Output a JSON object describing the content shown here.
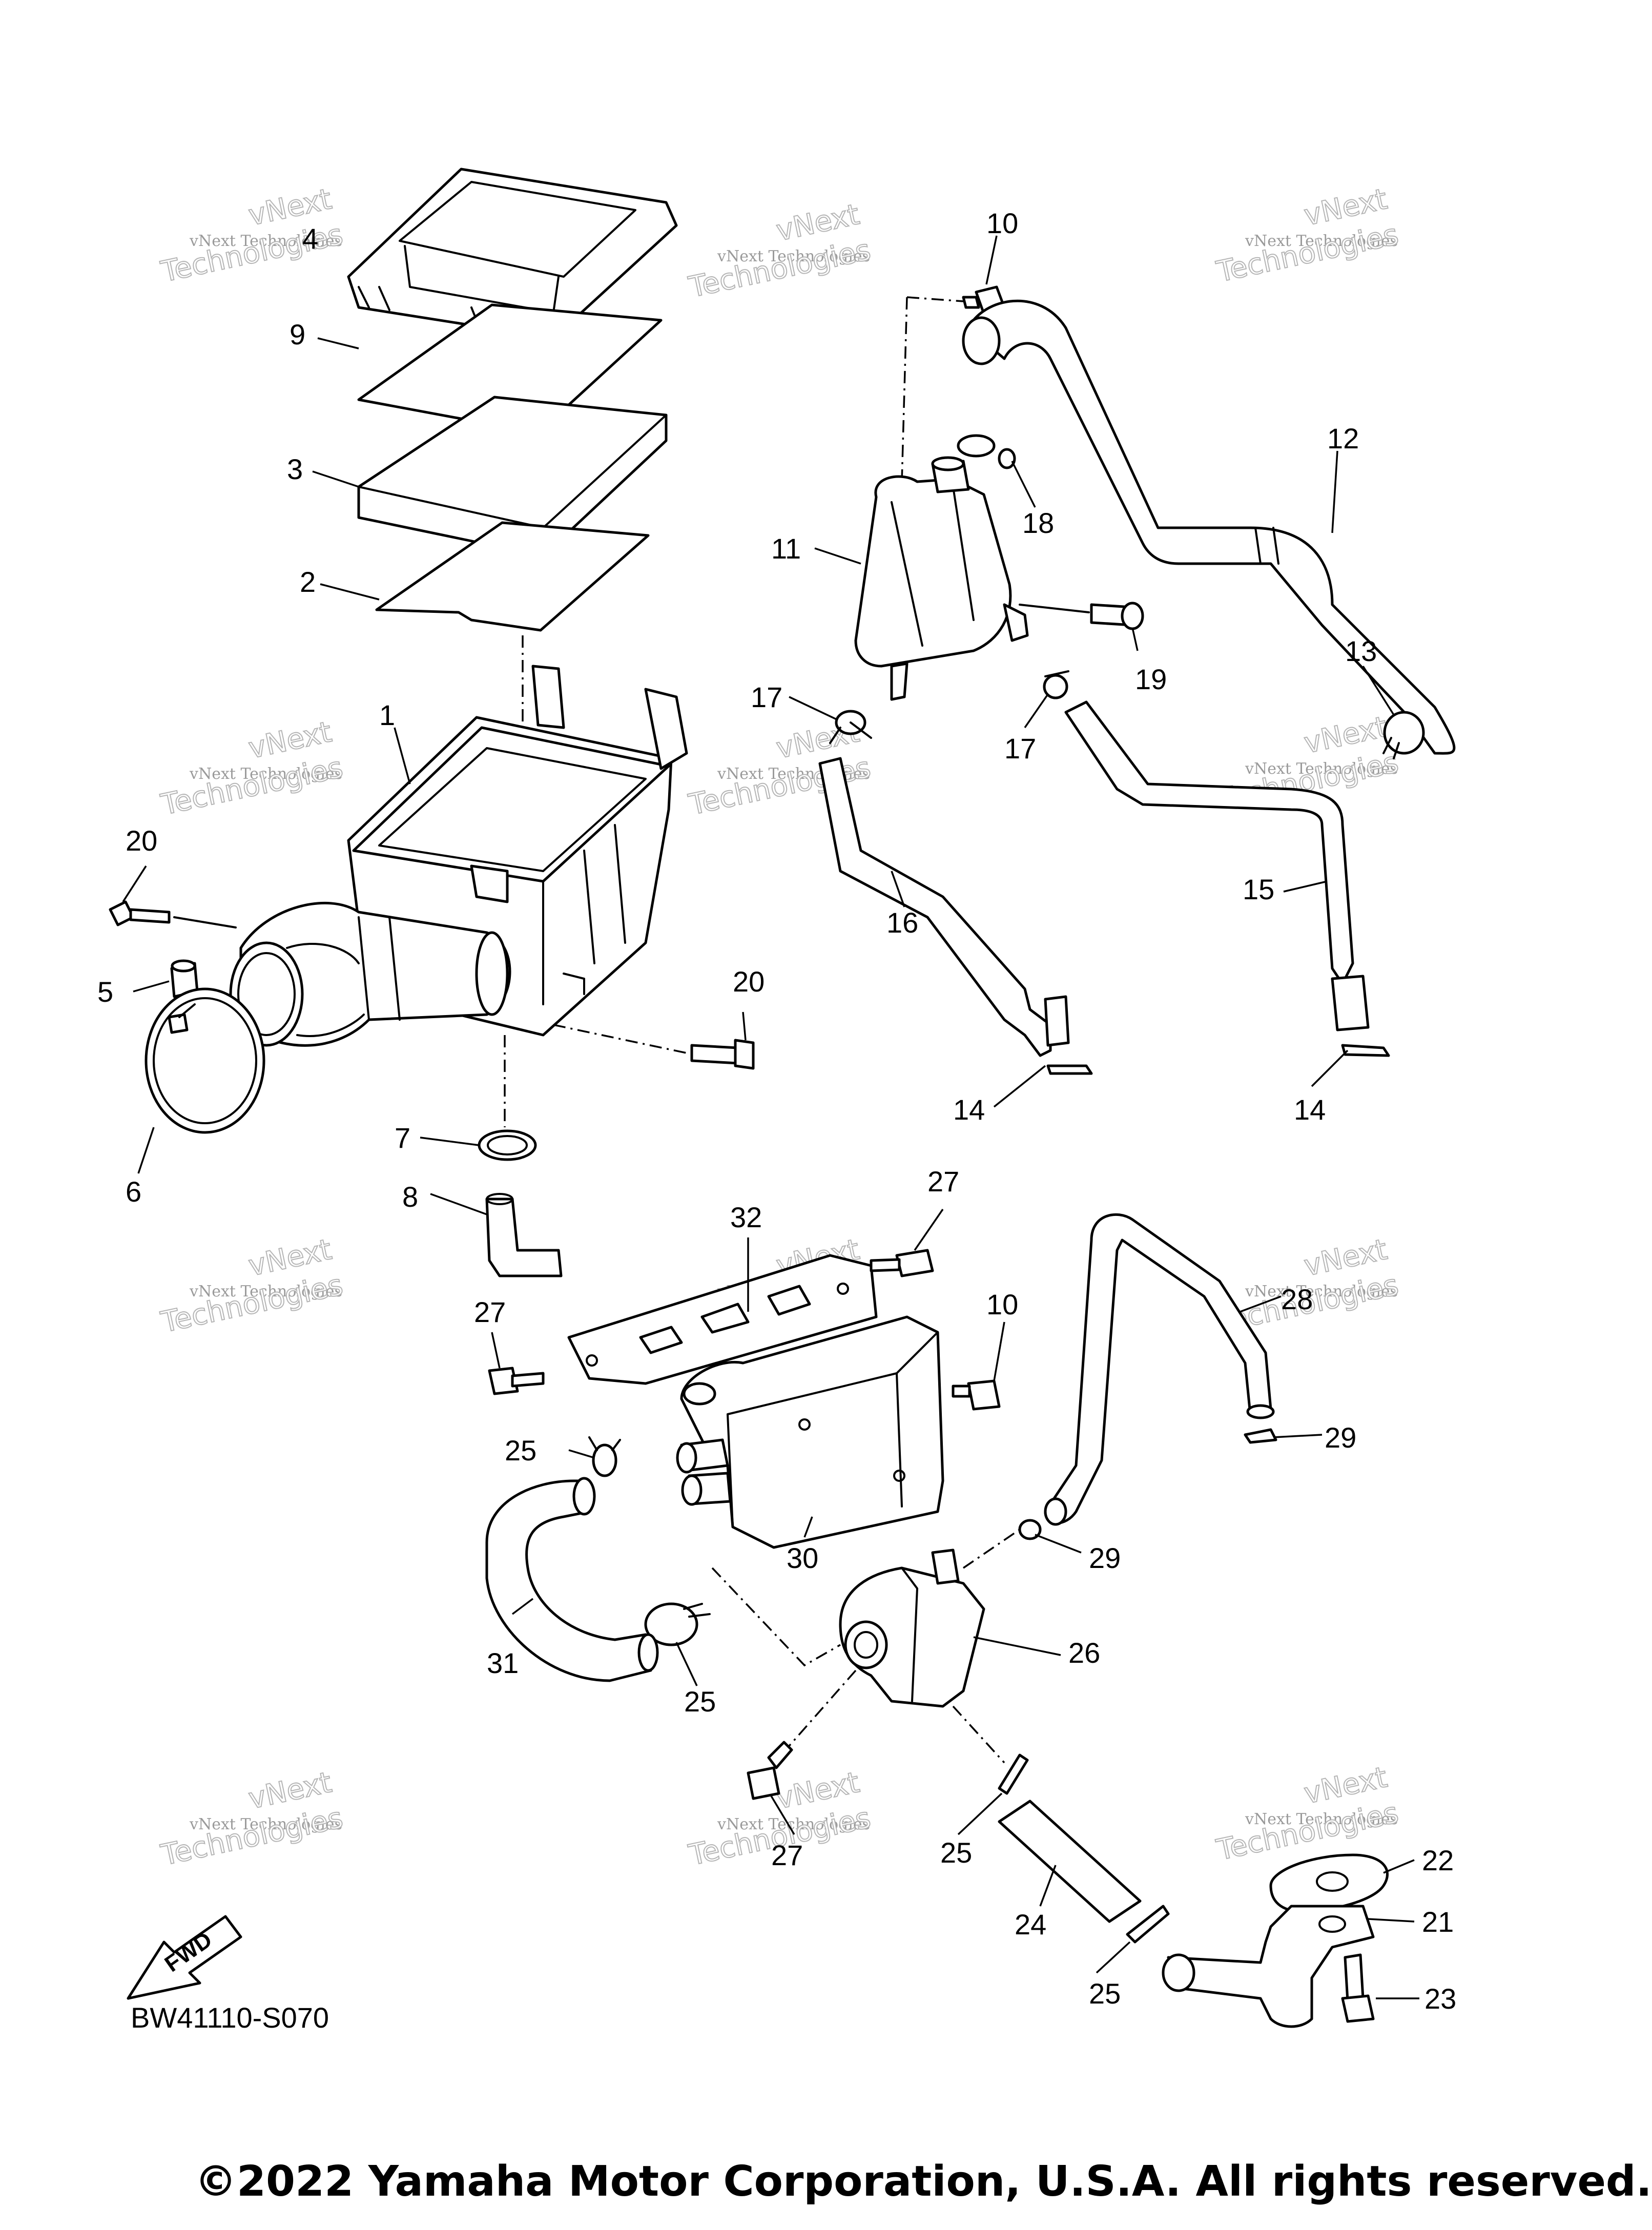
{
  "diagram": {
    "code": "BW41110-S070",
    "copyright": "©2022 Yamaha Motor Corporation, U.S.A. All rights reserved.",
    "fwd_label": "FWD",
    "watermark": {
      "line1": "vNext Technologies",
      "line2": "Technologies",
      "line3": "vNext"
    }
  },
  "callouts": {
    "c1": "1",
    "c2": "2",
    "c3": "3",
    "c4": "4",
    "c5": "5",
    "c6": "6",
    "c7": "7",
    "c8": "8",
    "c9": "9",
    "c10a": "10",
    "c10b": "10",
    "c11": "11",
    "c12": "12",
    "c13": "13",
    "c14a": "14",
    "c14b": "14",
    "c15": "15",
    "c16": "16",
    "c17a": "17",
    "c17b": "17",
    "c18": "18",
    "c19": "19",
    "c20a": "20",
    "c20b": "20",
    "c21": "21",
    "c22": "22",
    "c23": "23",
    "c24": "24",
    "c25a": "25",
    "c25b": "25",
    "c25c": "25",
    "c25d": "25",
    "c26": "26",
    "c27a": "27",
    "c27b": "27",
    "c27c": "27",
    "c28": "28",
    "c29a": "29",
    "c29b": "29",
    "c30": "30",
    "c31": "31",
    "c32": "32"
  }
}
